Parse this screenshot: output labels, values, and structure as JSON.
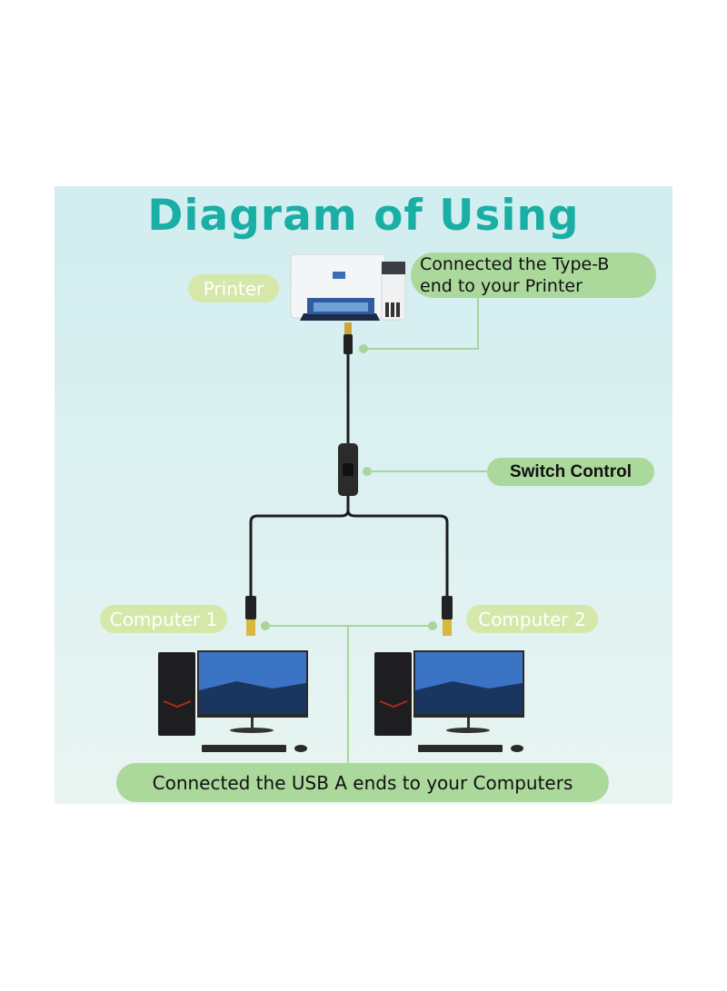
{
  "title": "Diagram of Using",
  "labels": {
    "printer": "Printer",
    "typeb_line1": "Connected the Type-B",
    "typeb_line2": "end to your Printer",
    "switch": "Switch Control",
    "computer1": "Computer 1",
    "computer2": "Computer 2",
    "usb_a": "Connected the USB A ends to your Computers"
  },
  "colors": {
    "title": "#1aaea4",
    "light_pill": "#d5e8a9",
    "green_pill": "#abd89b",
    "connector_line": "#a8d69a"
  }
}
